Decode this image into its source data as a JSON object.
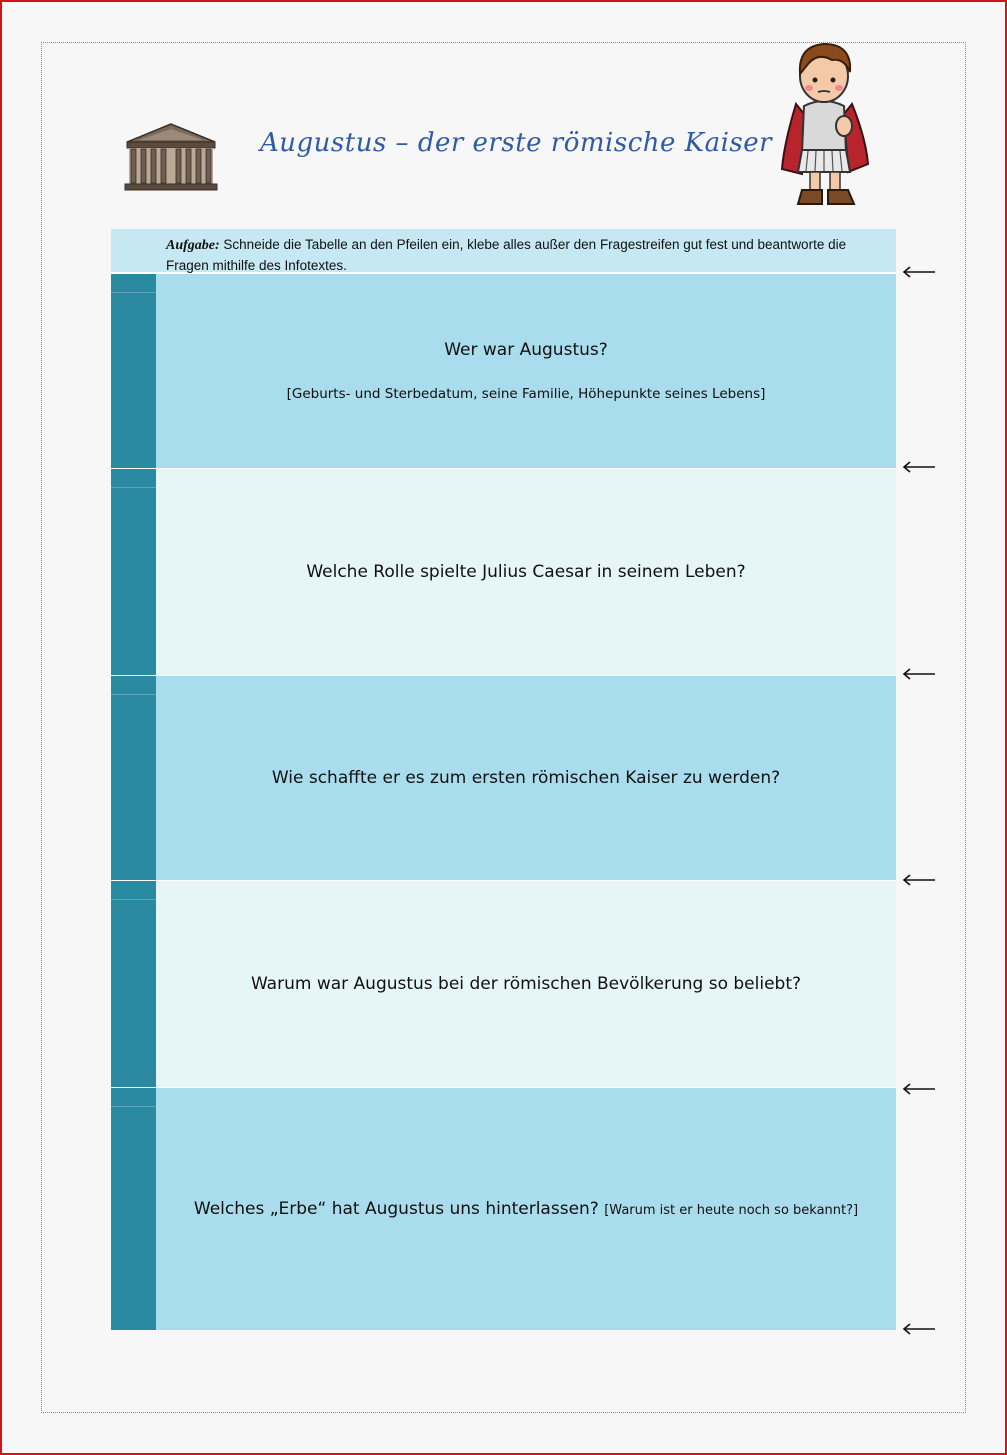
{
  "title": "Augustus – der erste römische Kaiser",
  "task": {
    "label": "Aufgabe:",
    "text": " Schneide die Tabelle an den Pfeilen ein, klebe alles außer den Fragestreifen gut fest und beantworte die Fragen mithilfe des Infotextes."
  },
  "strips": [
    {
      "question": "Wer war Augustus?",
      "hint": "[Geburts- und Sterbedatum, seine Familie, Höhepunkte seines Lebens]"
    },
    {
      "question": "Welche Rolle spielte Julius Caesar in seinem Leben?"
    },
    {
      "question": "Wie schaffte er es zum ersten römischen Kaiser zu werden?"
    },
    {
      "question": "Warum war Augustus bei der römischen Bevölkerung so beliebt?"
    },
    {
      "question": "Welches „Erbe“ hat Augustus uns hinterlassen?",
      "hint": "[Warum ist er heute noch so bekannt?]"
    }
  ],
  "icons": {
    "temple": "temple-icon",
    "emperor": "roman-emperor-icon",
    "arrow": "arrow-left-icon"
  },
  "colors": {
    "border": "#d21414",
    "title": "#2f5aa5",
    "strip_blue": "#a9dcec",
    "strip_light": "#e6f5f6",
    "strip_bar": "#2a8aa1",
    "task_bg": "#c6e8f3"
  }
}
